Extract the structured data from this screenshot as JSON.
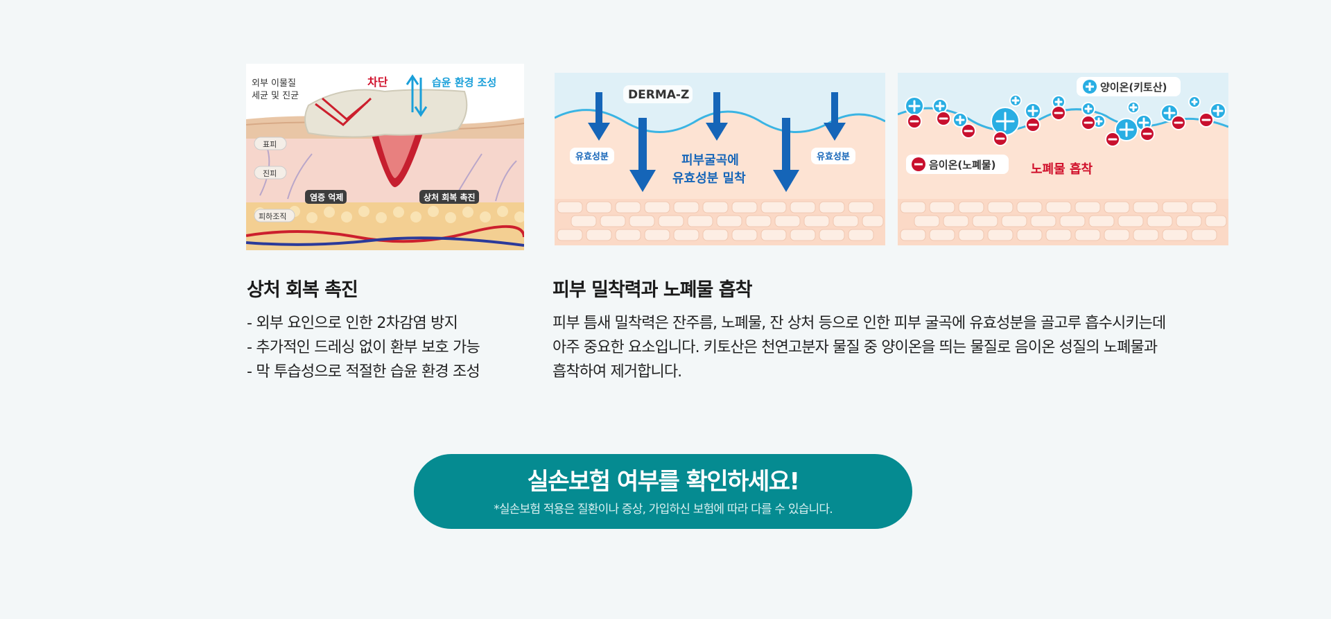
{
  "figure_wound": {
    "label_foreign": "외부 이물질",
    "label_bacteria": "세균 및 진균",
    "label_block": "차단",
    "label_moist": "습윤 환경 조성",
    "label_epidermis": "표피",
    "label_dermis": "진피",
    "label_subcutis": "피하조직",
    "label_inflammation": "염증 억제",
    "label_healing": "상처 회복 촉진"
  },
  "figure_adhesion": {
    "brand": "DERMA-Z",
    "label_left": "유효성분",
    "label_right": "유효성분",
    "center_line1": "피부굴곡에",
    "center_line2": "유효성분 밀착"
  },
  "figure_absorption": {
    "label_cation": "양이온(키토산)",
    "label_anion": "음이온(노폐물)",
    "label_absorb": "노폐물 흡착"
  },
  "section_wound": {
    "title": "상처 회복 촉진",
    "lines": [
      "- 외부 요인으로 인한 2차감염 방지",
      "- 추가적인 드레싱 없이 환부 보호 가능",
      "- 막 투습성으로 적절한 습윤 환경 조성"
    ]
  },
  "section_adhesion": {
    "title": "피부 밀착력과 노폐물 흡착",
    "lines": [
      "피부 틈새 밀착력은 잔주름, 노폐물, 잔 상처 등으로 인한 피부 굴곡에 유효성분을 골고루 흡수시키는데",
      "아주 중요한 요소입니다. 키토산은 천연고분자 물질 중 양이온을 띄는 물질로 음이온 성질의 노폐물과",
      "흡착하여 제거합니다."
    ]
  },
  "cta": {
    "title": "실손보험 여부를 확인하세요!",
    "note": "*실손보험 적용은 질환이나 증상, 가입하신 보험에 따라 다를 수 있습니다."
  },
  "colors": {
    "accent_teal": "#058b91",
    "label_red": "#d0102b",
    "label_blue": "#1a9fd9",
    "arrow_blue": "#1565b8"
  }
}
